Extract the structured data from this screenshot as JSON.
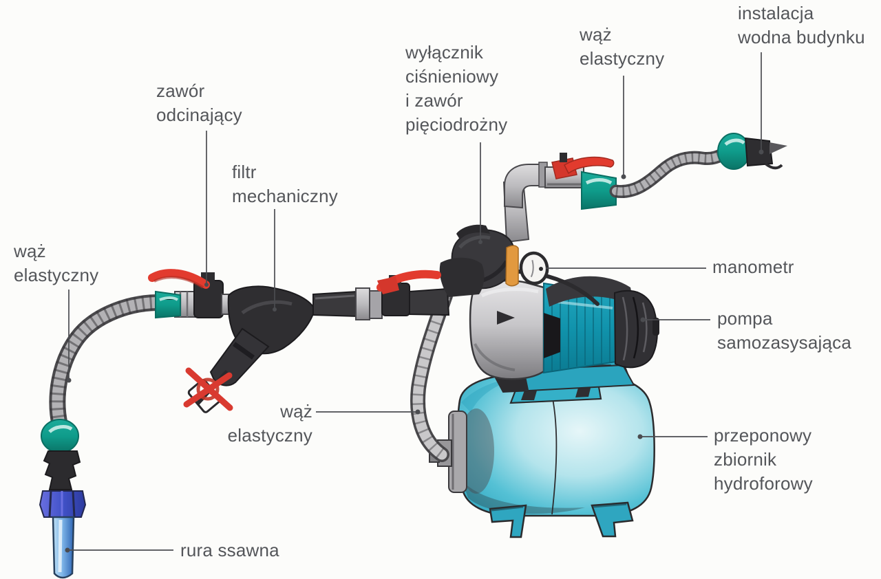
{
  "diagram": {
    "labels": {
      "waz_left": "wąż\nelastyczny",
      "zawor_odcinajacy": "zawór\nodcinający",
      "filtr_mechaniczny": "filtr\nmechaniczny",
      "wylacznik": "wyłącznik\nciśnieniowy\ni zawór\npięciodrożny",
      "waz_top": "wąż\nelastyczny",
      "instalacja": "instalacja\nwodna budynku",
      "manometr": "manometr",
      "pompa": "pompa\nsamozasysająca",
      "waz_center": "wąż\nelastyczny",
      "zbiornik": "przeponowy\nzbiornik\nhydroforowy",
      "rura_ssawna": "rura ssawna"
    },
    "colors": {
      "text": "#54565a",
      "leader_line": "#4b4c50",
      "valve_red": "#e23b2e",
      "fitting_teal": "#12998a",
      "tank_cyan": "#49bcd1",
      "pump_teal": "#1597b0",
      "pipe_grey": "#c2c1c4",
      "dark_parts": "#2e2d30",
      "fitting_blue": "#4152c8",
      "suction_pipe_blue": "#4a90d9",
      "brass_orange": "#e2993f"
    }
  }
}
